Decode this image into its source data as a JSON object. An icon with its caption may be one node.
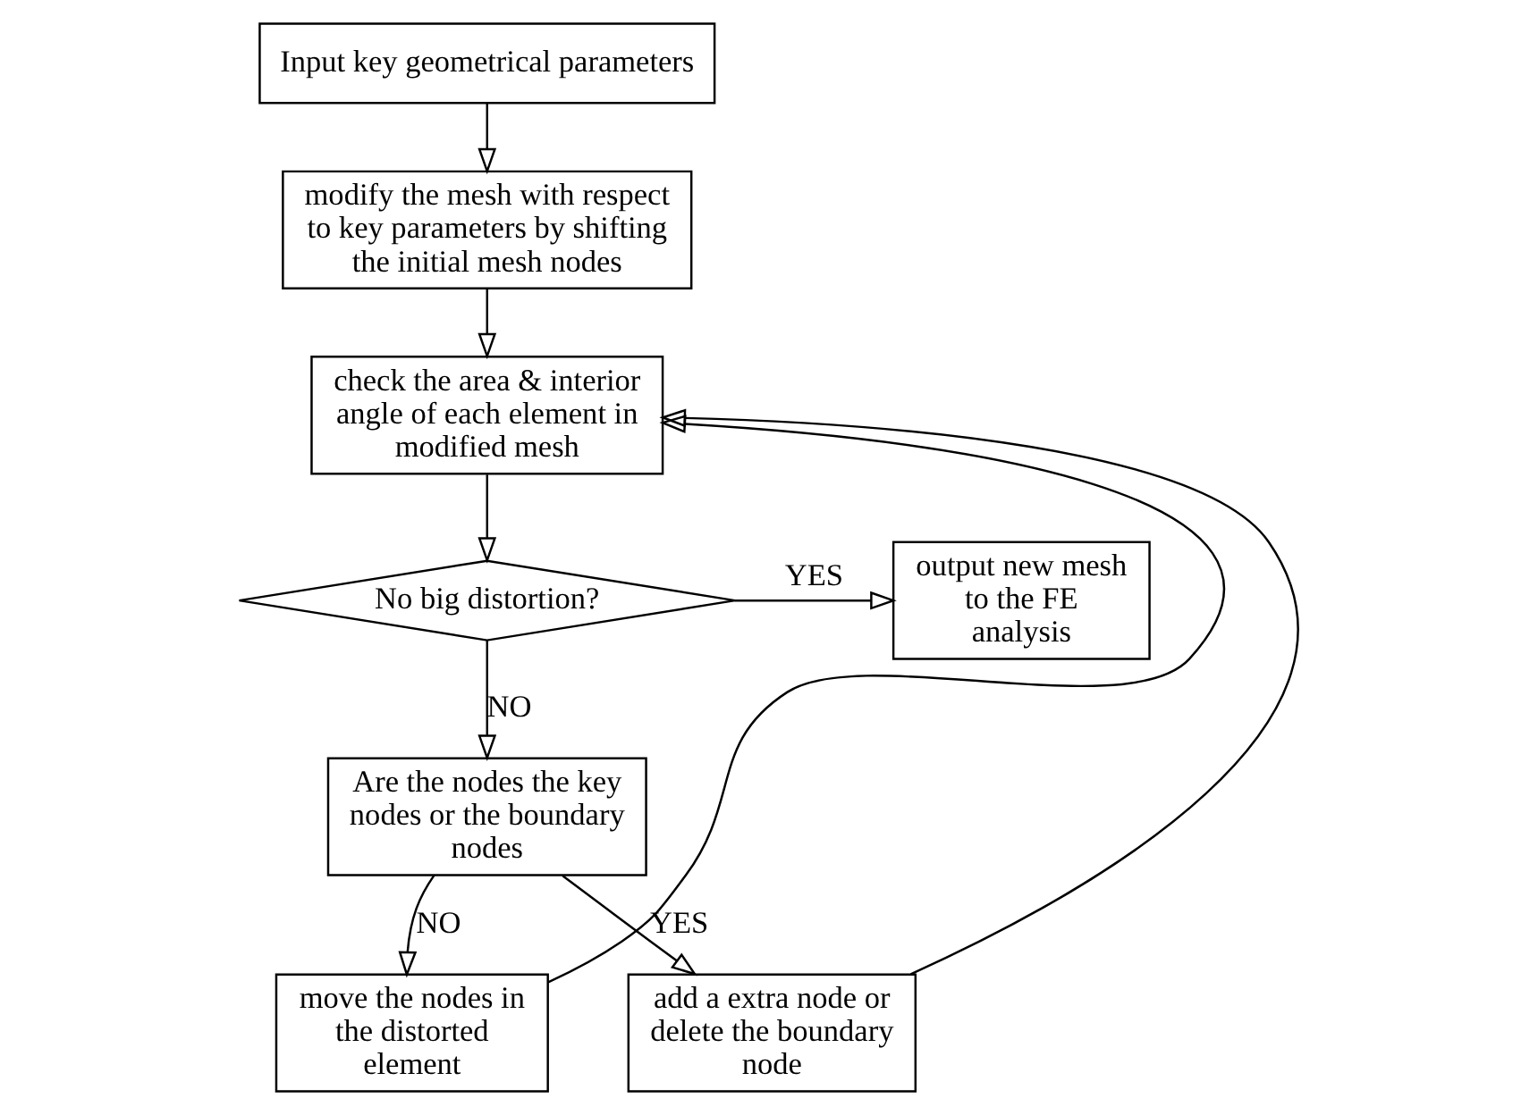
{
  "diagram": {
    "nodes": [
      {
        "text": [
          "Input key geometrical parameters"
        ]
      },
      {
        "text": [
          "modify the mesh with respect to key parameters by shifting the initial mesh nodes"
        ]
      },
      {
        "text": [
          "check the area & interior angle of each element in modified mesh"
        ]
      },
      {
        "text": [
          "No big distortion?"
        ]
      },
      {
        "text": [
          "output new mesh to the FE analysis"
        ]
      },
      {
        "text": [
          "Are the nodes the key nodes or the boundary nodes"
        ]
      },
      {
        "text": [
          "move the nodes in the distorted element"
        ]
      },
      {
        "text": [
          "add a extra node or delete the boundary node"
        ]
      }
    ],
    "edges": [
      {
        "from": 0,
        "to": 1,
        "arrow": "to"
      },
      {
        "from": 1,
        "to": 2,
        "arrow": "to"
      },
      {
        "from": 2,
        "to": 3,
        "arrow": "to"
      },
      {
        "from": 3,
        "to": 4,
        "label": "YES",
        "arrow": "to"
      },
      {
        "from": 3,
        "to": 5,
        "label": "NO",
        "arrow": "to"
      },
      {
        "from": 5,
        "to": 6,
        "label": "NO",
        "arrow": "to"
      },
      {
        "from": 5,
        "to": 7,
        "label": "YES",
        "arrow": "to"
      },
      {
        "from": 6,
        "to": 2,
        "arrow": "to"
      },
      {
        "from": 7,
        "to": 2,
        "arrow": "to"
      }
    ]
  }
}
